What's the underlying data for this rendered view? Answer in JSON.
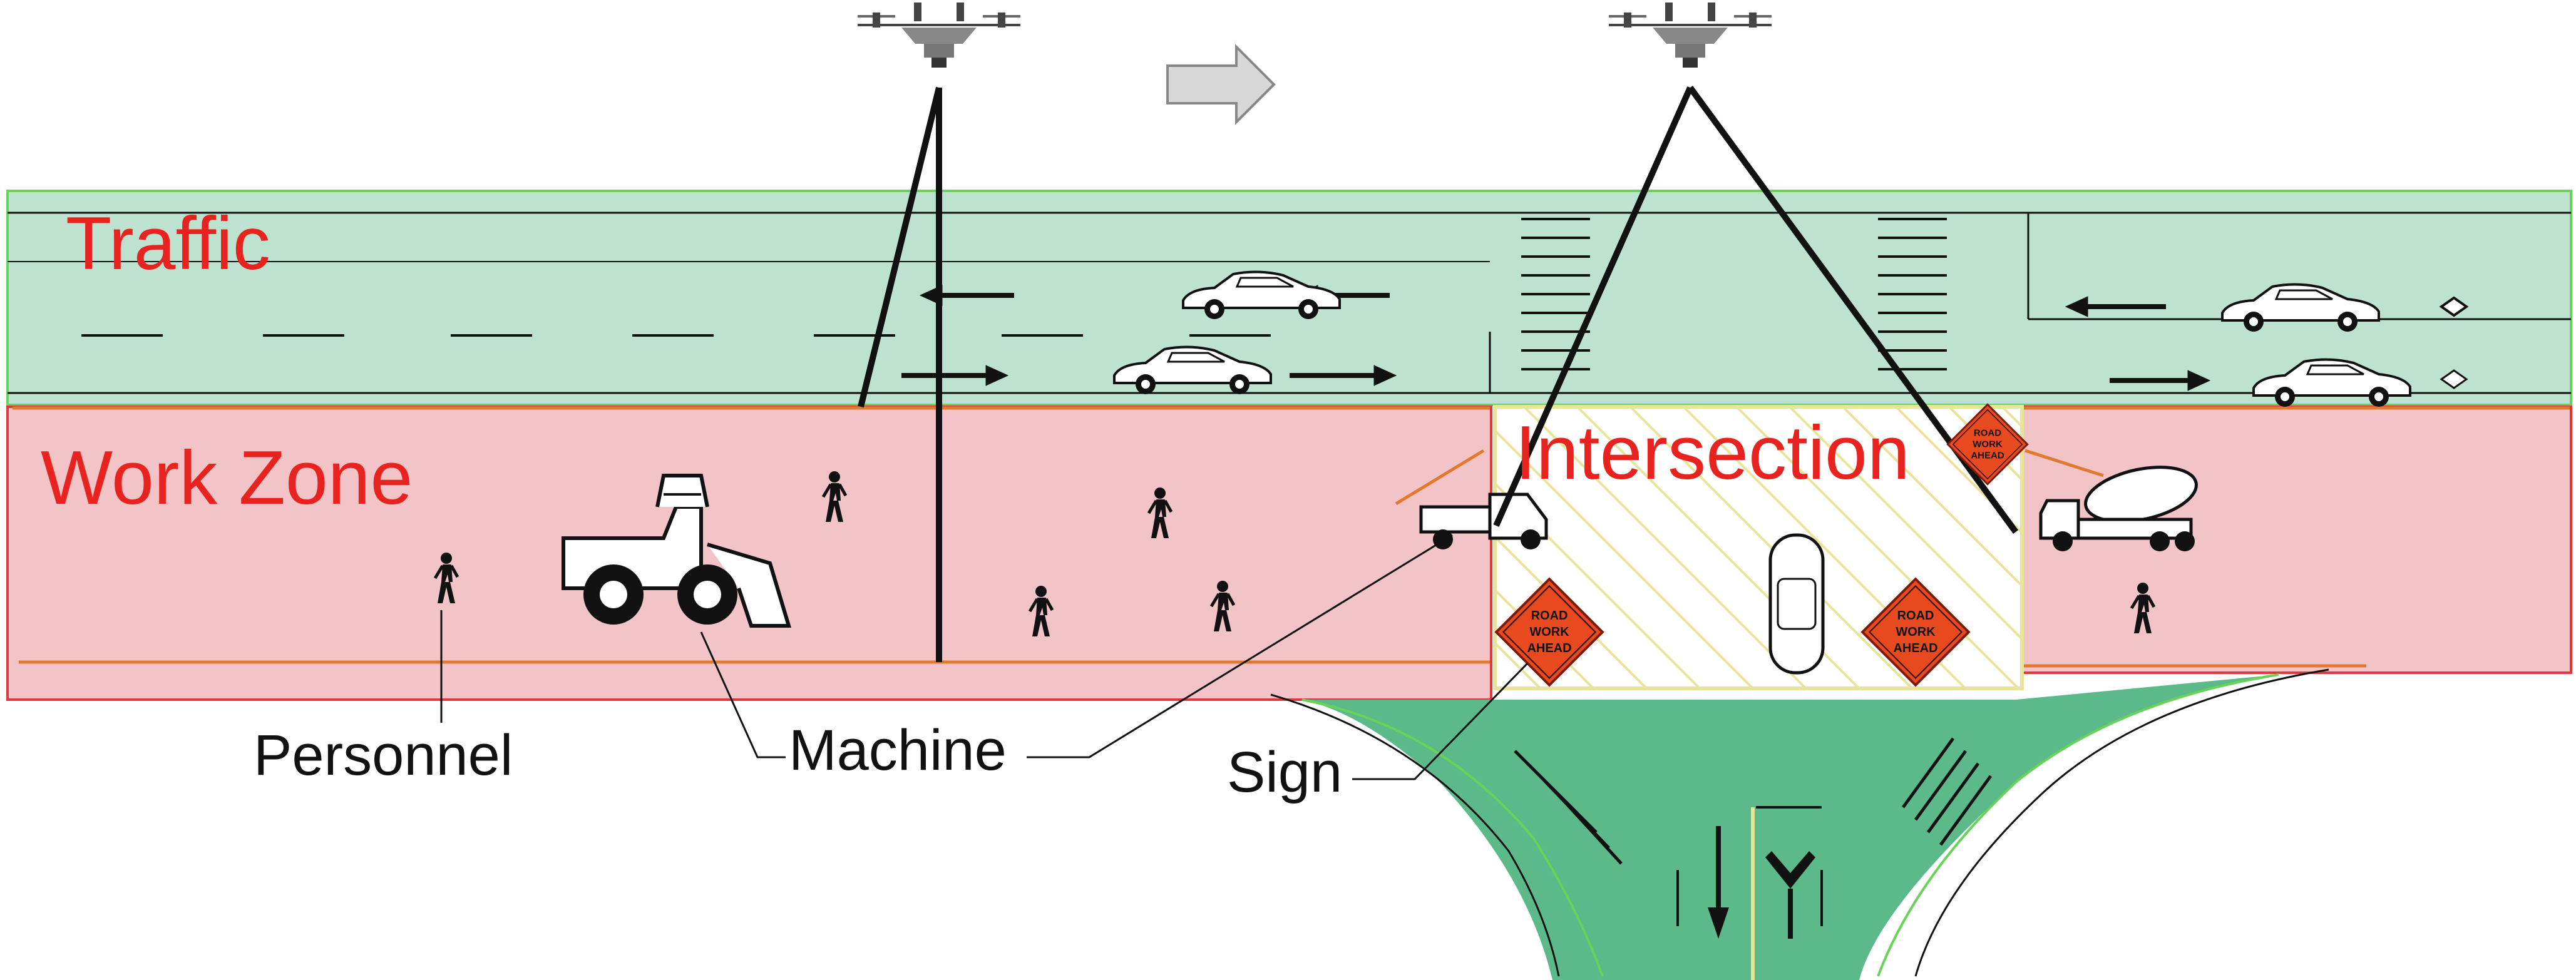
{
  "colors": {
    "traffic_fill": "#bde3d0",
    "traffic_border": "#69d25a",
    "work_zone_fill": "#f2c4c8",
    "work_zone_border": "#e0383b",
    "label_red": "#e8231f",
    "road_green": "#5cb98a",
    "sign_orange": "#e84a1f",
    "fence_orange": "#e07a30",
    "line_black": "#111111"
  },
  "zones": {
    "traffic": "Traffic",
    "work_zone": "Work Zone",
    "intersection": "Intersection"
  },
  "callouts": {
    "personnel": "Personnel",
    "machine": "Machine",
    "sign": "Sign"
  },
  "signs": [
    {
      "lines": [
        "ROAD",
        "WORK",
        "AHEAD"
      ]
    },
    {
      "lines": [
        "ROAD",
        "WORK",
        "AHEAD"
      ]
    },
    {
      "lines": [
        "ROAD",
        "WORK",
        "AHEAD"
      ]
    }
  ],
  "icons": {
    "drones": [
      "drone-icon",
      "drone-icon"
    ],
    "direction": "right-arrow-icon",
    "vehicles": [
      "car-icon",
      "loader-icon",
      "truck-icon",
      "mixer-truck-icon"
    ],
    "personnel": "worker-icon"
  }
}
